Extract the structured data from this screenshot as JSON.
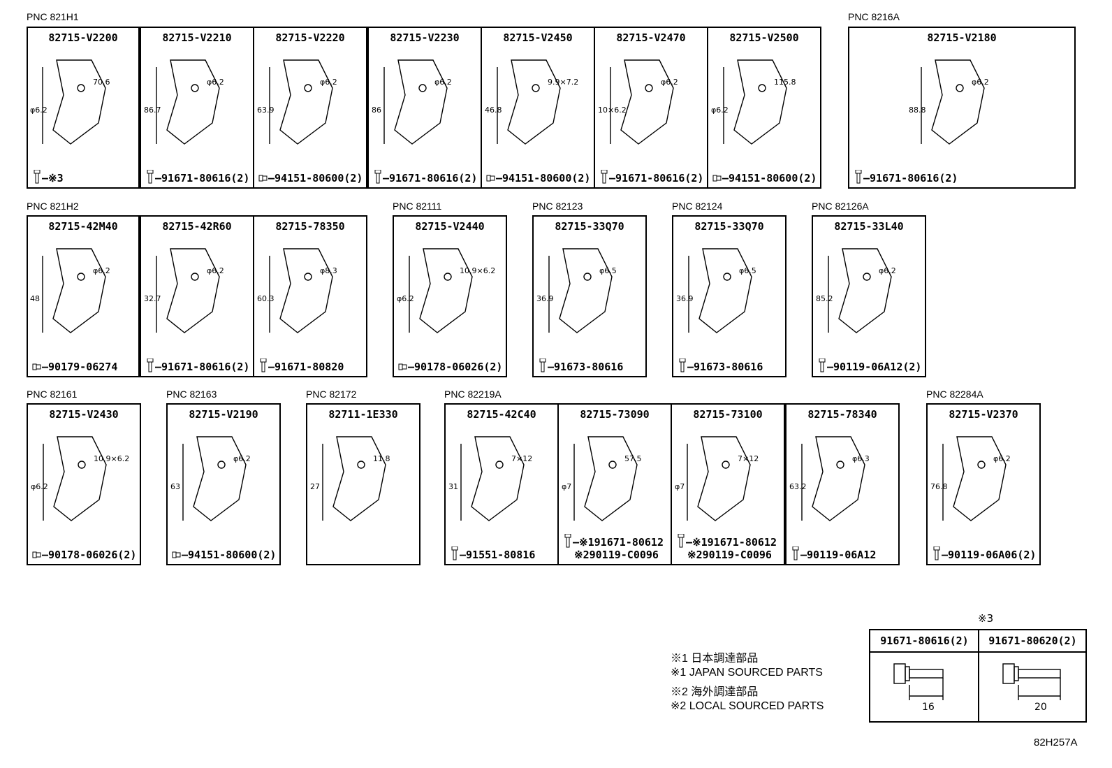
{
  "pnc_labels": [
    {
      "text": "PNC 821H1"
    },
    {
      "text": "PNC 8216A"
    },
    {
      "text": "PNC 821H2"
    },
    {
      "text": "PNC 82111"
    },
    {
      "text": "PNC 82123"
    },
    {
      "text": "PNC 82124"
    },
    {
      "text": "PNC 82126A"
    },
    {
      "text": "PNC 82161"
    },
    {
      "text": "PNC 82163"
    },
    {
      "text": "PNC 82172"
    },
    {
      "text": "PNC 82219A"
    },
    {
      "text": "PNC 82284A"
    }
  ],
  "cells": [
    {
      "part": "82715-V2200",
      "fastener": "※3",
      "bolt": "bolt",
      "dims": [
        "70.6",
        "φ6.2"
      ]
    },
    {
      "part": "82715-V2210",
      "fastener": "91671-80616(2)",
      "bolt": "bolt",
      "dims": [
        "φ6.2",
        "86.7"
      ]
    },
    {
      "part": "82715-V2220",
      "fastener": "94151-80600(2)",
      "bolt": "nut",
      "dims": [
        "φ6.2",
        "63.9"
      ]
    },
    {
      "part": "82715-V2230",
      "fastener": "91671-80616(2)",
      "bolt": "bolt",
      "dims": [
        "φ6.2",
        "86"
      ]
    },
    {
      "part": "82715-V2450",
      "fastener": "94151-80600(2)",
      "bolt": "nut",
      "dims": [
        "9.9×7.2",
        "46.8"
      ]
    },
    {
      "part": "82715-V2470",
      "fastener": "91671-80616(2)",
      "bolt": "bolt",
      "dims": [
        "φ6.2",
        "10×6.2"
      ]
    },
    {
      "part": "82715-V2500",
      "fastener": "94151-80600(2)",
      "bolt": "nut",
      "dims": [
        "115.8",
        "φ6.2"
      ]
    },
    {
      "part": "82715-V2180",
      "fastener": "91671-80616(2)",
      "bolt": "bolt",
      "dims": [
        "φ6.2",
        "88.8"
      ]
    },
    {
      "part": "82715-42M40",
      "fastener": "90179-06274",
      "bolt": "nut",
      "dims": [
        "φ6.2",
        "48"
      ]
    },
    {
      "part": "82715-42R60",
      "fastener": "91671-80616(2)",
      "bolt": "bolt",
      "dims": [
        "φ6.2",
        "32.7"
      ]
    },
    {
      "part": "82715-78350",
      "fastener": "91671-80820",
      "bolt": "bolt",
      "dims": [
        "φ8.3",
        "60.3"
      ]
    },
    {
      "part": "82715-V2440",
      "fastener": "90178-06026(2)",
      "bolt": "nut",
      "dims": [
        "10.9×6.2",
        "φ6.2"
      ]
    },
    {
      "part": "82715-33Q70",
      "fastener": "91673-80616",
      "bolt": "bolt",
      "dims": [
        "φ6.5",
        "36.9"
      ]
    },
    {
      "part": "82715-33Q70",
      "fastener": "91673-80616",
      "bolt": "bolt",
      "dims": [
        "φ6.5",
        "36.9"
      ]
    },
    {
      "part": "82715-33L40",
      "fastener": "90119-06A12(2)",
      "bolt": "bolt",
      "dims": [
        "φ6.2",
        "85.2"
      ]
    },
    {
      "part": "82715-V2430",
      "fastener": "90178-06026(2)",
      "bolt": "nut",
      "dims": [
        "10.9×6.2",
        "φ6.2"
      ]
    },
    {
      "part": "82715-V2190",
      "fastener": "94151-80600(2)",
      "bolt": "nut",
      "dims": [
        "φ6.2",
        "63"
      ]
    },
    {
      "part": "82711-1E330",
      "fastener": "",
      "bolt": "",
      "dims": [
        "11.8",
        "27"
      ]
    },
    {
      "part": "82715-42C40",
      "fastener": "91551-80816",
      "bolt": "bolt",
      "dims": [
        "7×12",
        "31"
      ]
    },
    {
      "part": "82715-73090",
      "fastener": "※191671-80612",
      "fastener2": "※290119-C0096",
      "bolt": "bolt",
      "dims": [
        "57.5",
        "φ7"
      ]
    },
    {
      "part": "82715-73100",
      "fastener": "※191671-80612",
      "fastener2": "※290119-C0096",
      "bolt": "bolt",
      "dims": [
        "7×12",
        "φ7"
      ]
    },
    {
      "part": "82715-78340",
      "fastener": "90119-06A12",
      "bolt": "bolt",
      "dims": [
        "φ6.3",
        "63.2"
      ]
    },
    {
      "part": "82715-V2370",
      "fastener": "90119-06A06(2)",
      "bolt": "bolt",
      "dims": [
        "φ6.2",
        "76.8"
      ]
    }
  ],
  "notes": [
    "※1 日本調達部品",
    "※1 JAPAN SOURCED PARTS",
    "※2 海外調達部品",
    "※2 LOCAL SOURCED PARTS"
  ],
  "table": {
    "mark": "※3",
    "col1": "91671-80616(2)",
    "col2": "91671-80620(2)",
    "len1": "16",
    "len2": "20"
  },
  "code": "82H257A"
}
